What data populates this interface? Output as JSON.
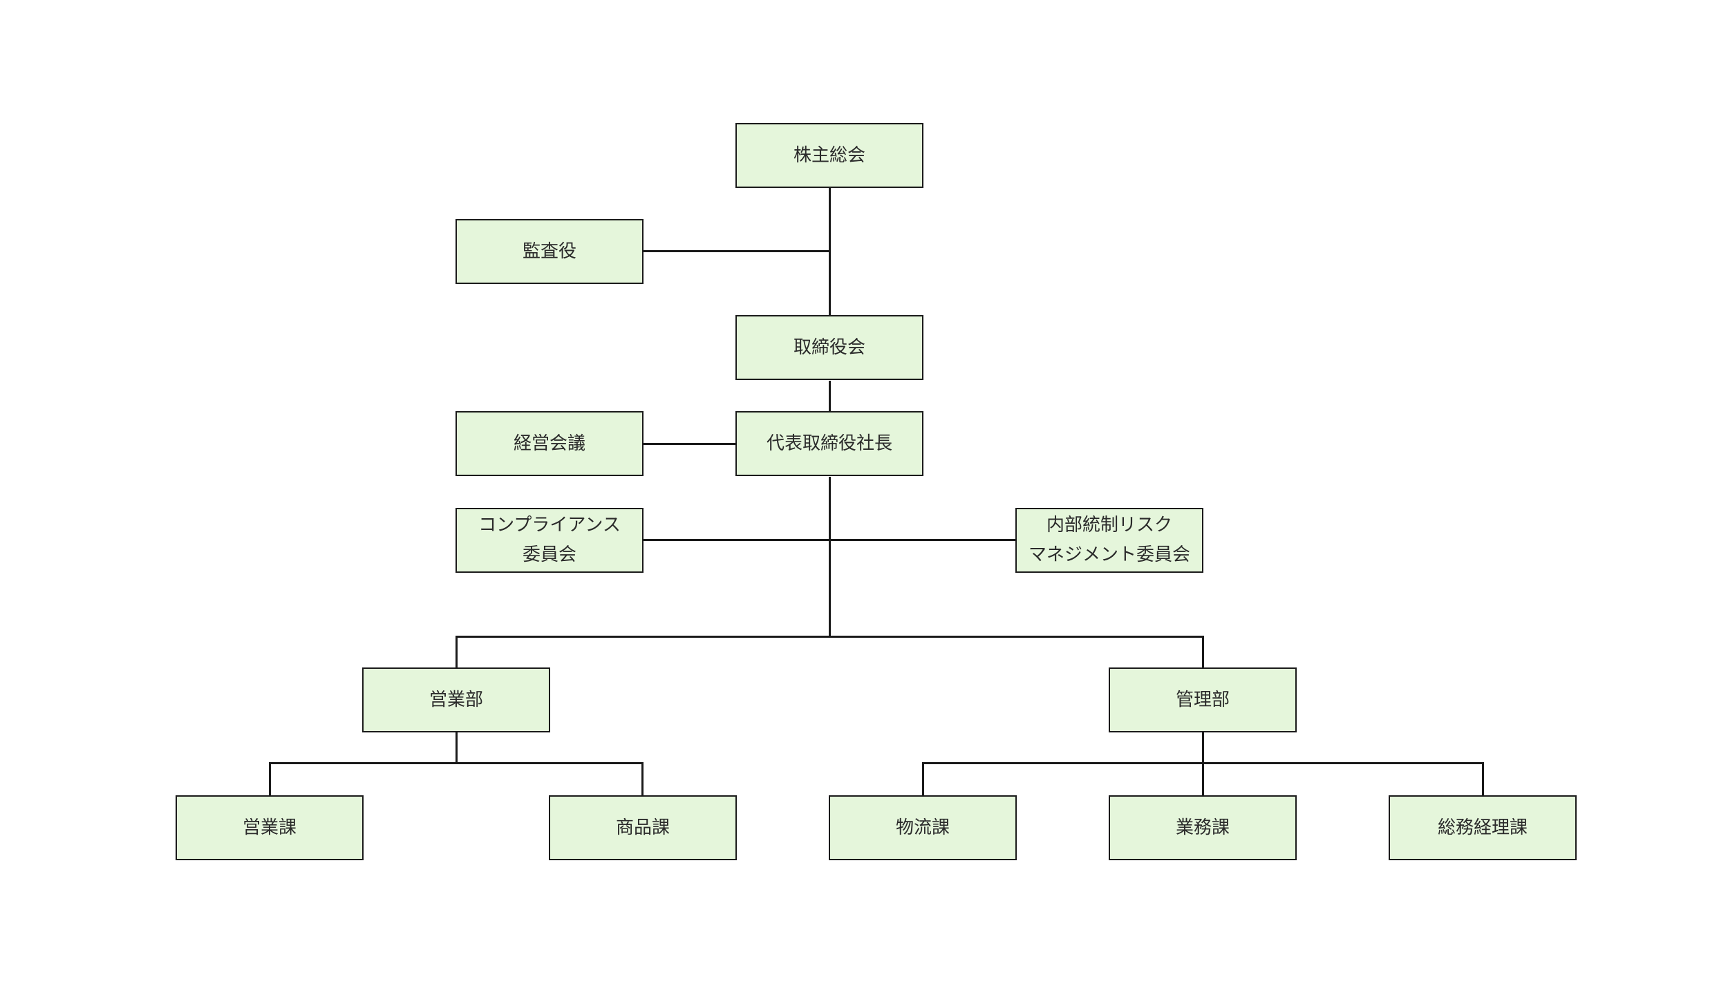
{
  "colors": {
    "box_fill": "#e5f6db",
    "border": "#1a1a1a",
    "text": "#2a2a2a"
  },
  "nodes": {
    "shareholders": [
      "株主総会"
    ],
    "auditor": [
      "監査役"
    ],
    "board": [
      "取締役会"
    ],
    "management_meeting": [
      "経営会議"
    ],
    "president": [
      "代表取締役社長"
    ],
    "compliance": [
      "コンプライアンス",
      "委員会"
    ],
    "internal_control": [
      "内部統制リスク",
      "マネジメント委員会"
    ],
    "sales_dept": [
      "営業部"
    ],
    "admin_dept": [
      "管理部"
    ],
    "sales_section": [
      "営業課"
    ],
    "product_section": [
      "商品課"
    ],
    "logistics_section": [
      "物流課"
    ],
    "operations_section": [
      "業務課"
    ],
    "general_affairs_section": [
      "総務経理課"
    ]
  },
  "edges": [
    [
      "shareholders",
      "board"
    ],
    [
      "auditor",
      "shareholders-board-link"
    ],
    [
      "board",
      "president"
    ],
    [
      "management_meeting",
      "president"
    ],
    [
      "president",
      "compliance"
    ],
    [
      "president",
      "internal_control"
    ],
    [
      "president",
      "sales_dept"
    ],
    [
      "president",
      "admin_dept"
    ],
    [
      "sales_dept",
      "sales_section"
    ],
    [
      "sales_dept",
      "product_section"
    ],
    [
      "admin_dept",
      "logistics_section"
    ],
    [
      "admin_dept",
      "operations_section"
    ],
    [
      "admin_dept",
      "general_affairs_section"
    ]
  ]
}
